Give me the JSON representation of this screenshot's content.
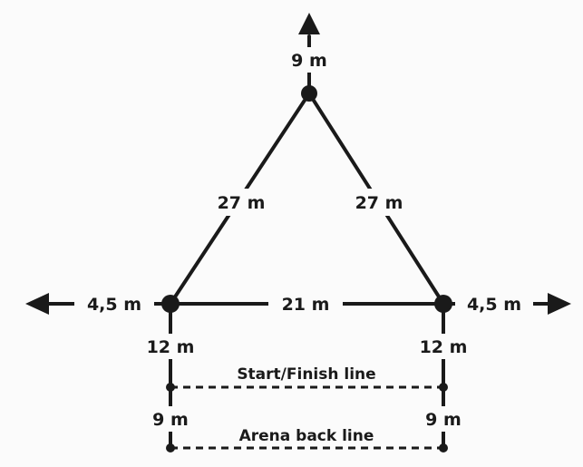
{
  "diagram": {
    "top_distance": "9 m",
    "left_side": "27 m",
    "right_side": "27 m",
    "base": "21 m",
    "left_distance": "4,5 m",
    "right_distance": "4,5 m",
    "left_to_start": "12 m",
    "right_to_start": "12 m",
    "start_finish_label": "Start/Finish line",
    "left_to_back": "9 m",
    "right_to_back": "9 m",
    "arena_back_label": "Arena back line"
  }
}
